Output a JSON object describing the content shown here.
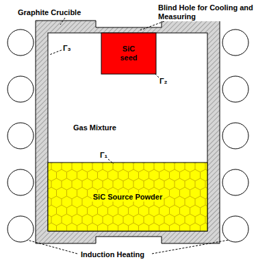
{
  "diagram": {
    "nodes": [
      {
        "text": [
          "SiC seed"
        ]
      },
      {
        "text": [
          "SiC Source Powder"
        ]
      }
    ],
    "labels": [
      "Graphite Crucible",
      "Blind Hole for Cooling and Measuring",
      "Γ₃",
      "Γ₂",
      "Gas Mixture",
      "Γ₁",
      "Induction Heating"
    ]
  }
}
